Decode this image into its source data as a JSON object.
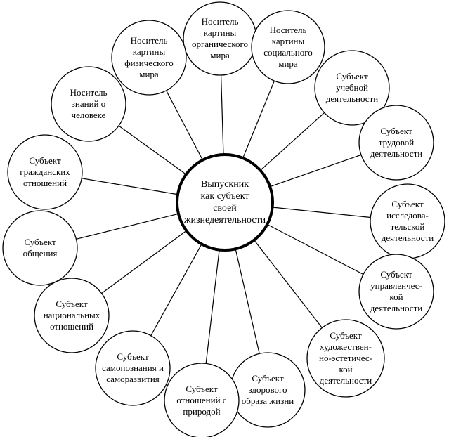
{
  "center": {
    "label": "Выпускник\nкак субъект\nсвоей\nжизнедеятельности"
  },
  "nodes": [
    {
      "label": "Носитель\nкартины\nорганического\nмира"
    },
    {
      "label": "Носитель\nкартины\nсоциального\nмира"
    },
    {
      "label": "Субъект\nучебной\nдеятельности"
    },
    {
      "label": "Субъект\nтрудовой\nдеятельности"
    },
    {
      "label": "Субъект\nисследова-\nтельской\nдеятельности"
    },
    {
      "label": "Субъект\nуправленчес-\nкой\nдеятельности"
    },
    {
      "label": "Субъект\nхудожествен-\nно-эстетичес-\nкой\nдеятельности"
    },
    {
      "label": "Субъект\nздорового\nобраза жизни"
    },
    {
      "label": "Субъект\nотношений с\nприродой"
    },
    {
      "label": "Субъект\nсамопознания и\nсаморазвития"
    },
    {
      "label": "Субъект\nнациональных\nотношений"
    },
    {
      "label": "Субъект\nобщения"
    },
    {
      "label": "Субъект\nгражданских\nотношений"
    },
    {
      "label": "Носитель\nзнаний о\nчеловеке"
    },
    {
      "label": "Носитель\nкартины\nфизического\nмира"
    }
  ]
}
